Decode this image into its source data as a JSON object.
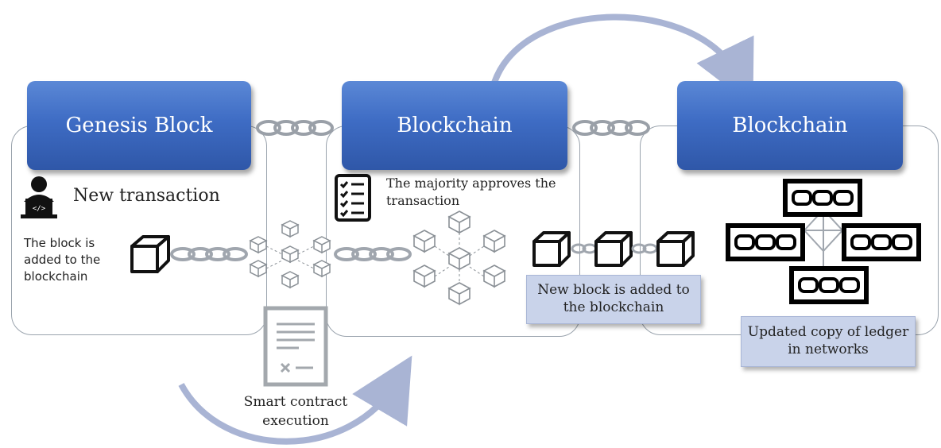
{
  "panels": {
    "genesis": {
      "title": "Genesis Block",
      "new_transaction": "New transaction",
      "block_added": "The block is added to the blockchain"
    },
    "middle": {
      "title": "Blockchain",
      "majority": "The majority approves the transaction",
      "new_block_added": "New block is added to the blockchain"
    },
    "right": {
      "title": "Blockchain",
      "updated_copy": "Updated copy of ledger in networks"
    }
  },
  "smart_contract": {
    "label": "Smart contract execution"
  },
  "colors": {
    "header": "#3e6cc4",
    "arrow": "#a9b4d4",
    "callout": "#c9d3ea",
    "panel_border": "#9aa3ad"
  },
  "icons": [
    "user-laptop-icon",
    "checklist-icon",
    "cube-icon",
    "chain-link-icon",
    "block-network-icon",
    "contract-document-icon",
    "ledger-network-icon"
  ]
}
